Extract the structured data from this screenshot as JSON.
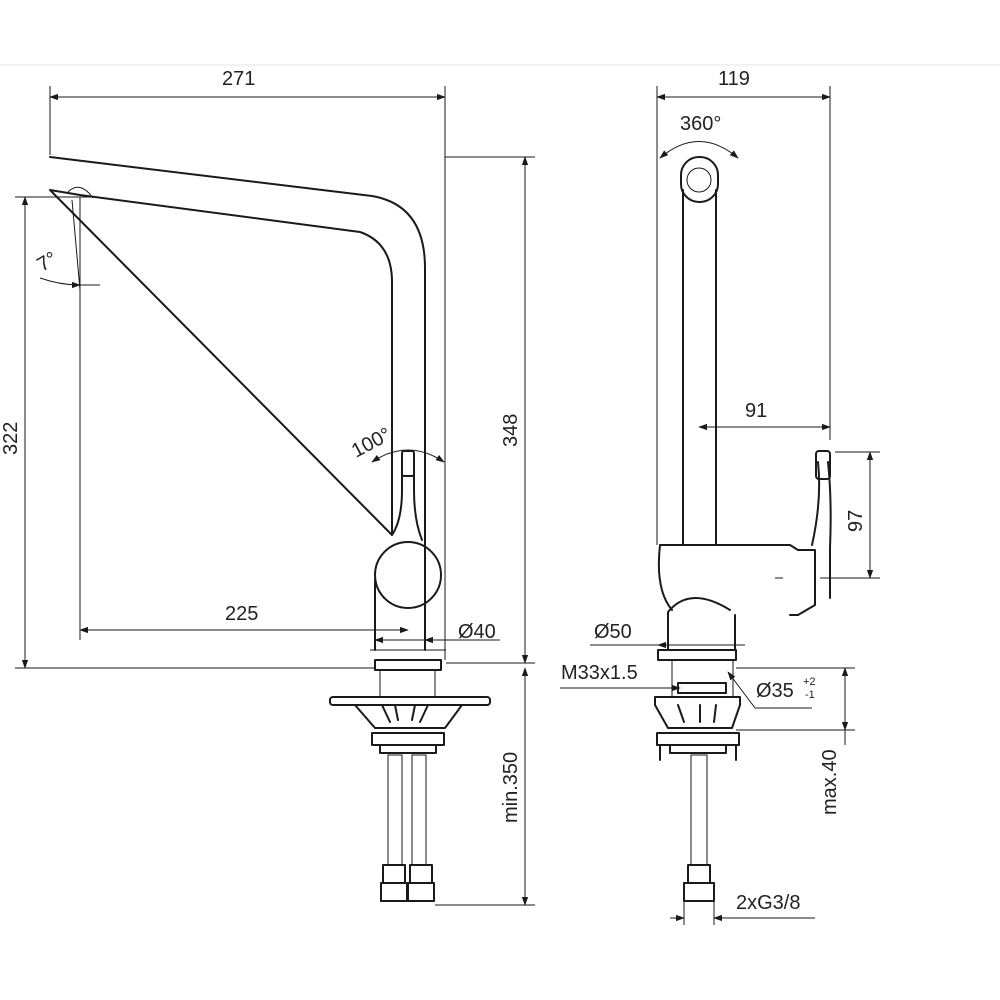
{
  "drawing": {
    "front_view": {
      "overall_width": "271",
      "spout_angle": "7°",
      "spout_height": "322",
      "total_height": "348",
      "lever_angle": "100°",
      "spout_reach": "225",
      "body_diameter": "Ø40",
      "under_counter": "min.350"
    },
    "side_view": {
      "overall_depth": "119",
      "rotation": "360°",
      "lever_reach": "91",
      "lever_height": "97",
      "base_diameter": "Ø50",
      "thread": "M33x1.5",
      "hole_diameter": "Ø35",
      "hole_tol_upper": "+2",
      "hole_tol_lower": "-1",
      "deck_thickness": "max.40",
      "connections": "2xG3/8"
    }
  }
}
